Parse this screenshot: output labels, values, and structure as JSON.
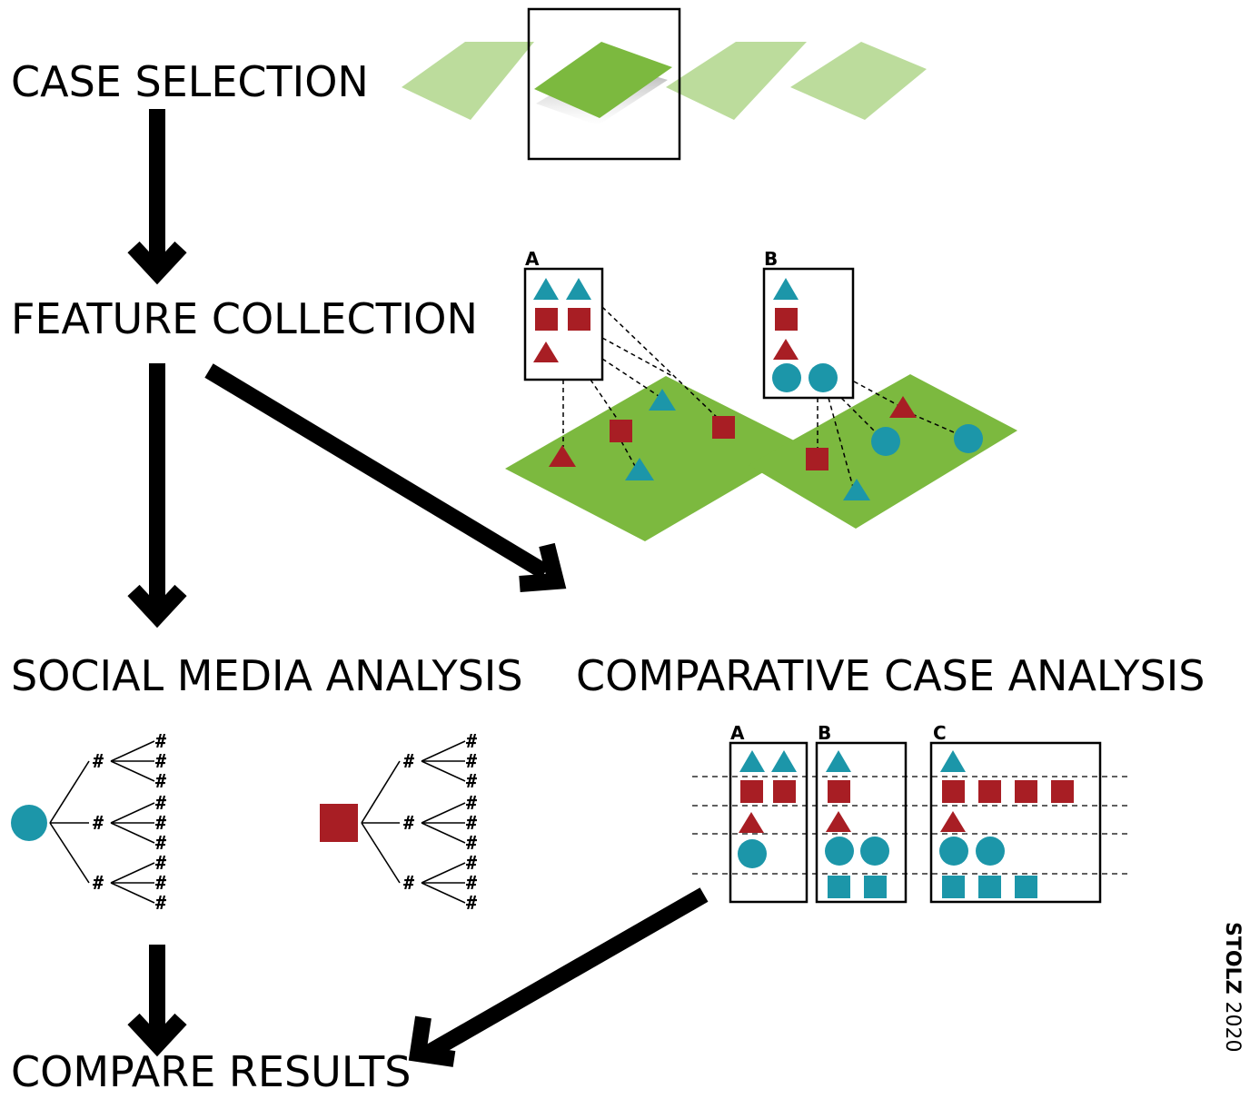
{
  "steps": {
    "case_selection": "CASE SELECTION",
    "feature_collection": "FEATURE COLLECTION",
    "social_media_analysis": "SOCIAL MEDIA ANALYSIS",
    "comparative_case_analysis": "COMPARATIVE CASE ANALYSIS",
    "compare_results": "COMPARE RESULTS"
  },
  "feature_collection": {
    "case_a_label": "A",
    "case_b_label": "B"
  },
  "comparative": {
    "case_a_label": "A",
    "case_b_label": "B",
    "case_c_label": "C"
  },
  "hashtag_symbol": "#",
  "credit": {
    "name": "STOLZ",
    "year": "2020"
  },
  "colors": {
    "teal": "#1c96a9",
    "red": "#a81e24",
    "green": "#7cb93f",
    "light_green": "#bcdc9c",
    "black": "#000000"
  }
}
